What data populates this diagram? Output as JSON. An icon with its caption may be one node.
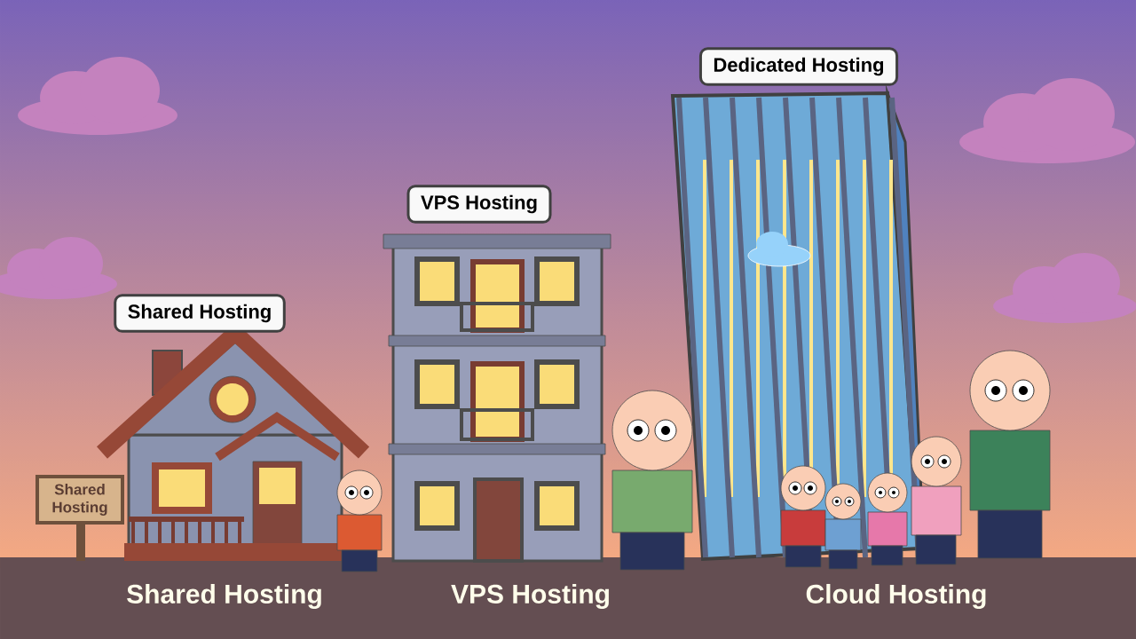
{
  "diagram": {
    "nodes": [
      {
        "text": [
          "Shared Hosting"
        ]
      },
      {
        "text": [
          "VPS Hosting"
        ]
      },
      {
        "text": [
          "Dedicated Hosting"
        ]
      },
      {
        "text": [
          "Shared Hosting"
        ]
      }
    ],
    "labels": [
      "Shared Hosting",
      "VPS Hosting",
      "Cloud Hosting"
    ]
  }
}
